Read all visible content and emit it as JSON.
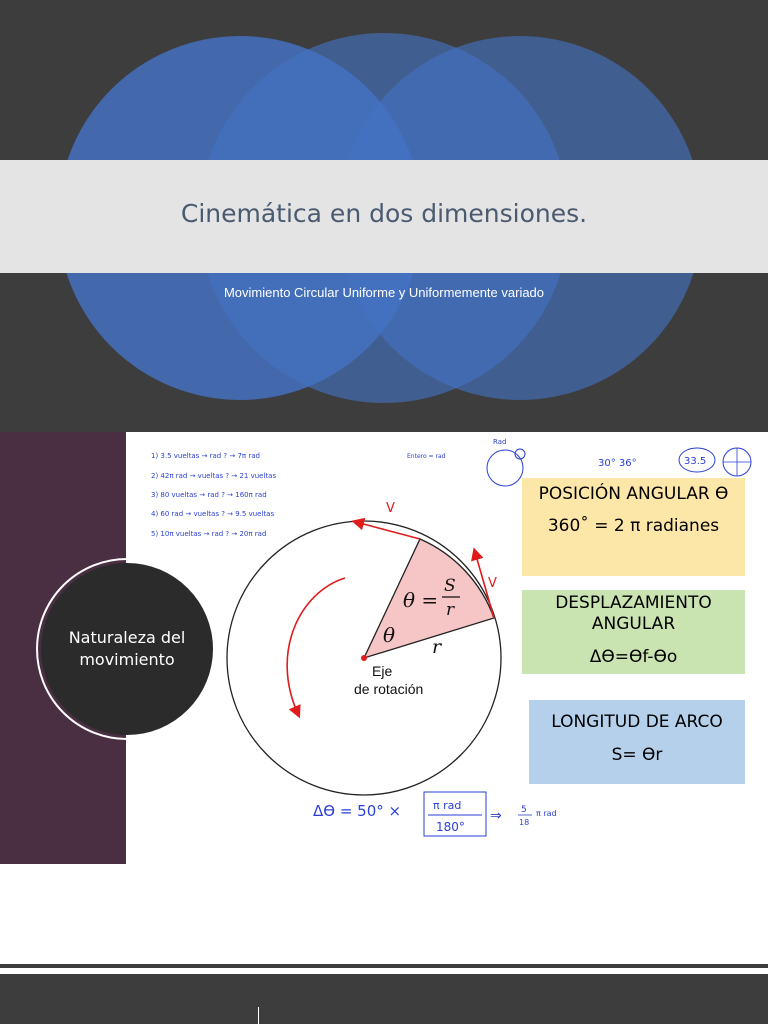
{
  "slide1": {
    "title": "Cinemática en dos dimensiones.",
    "subtitle": "Movimiento Circular Uniforme y Uniformemente variado",
    "colors": {
      "background": "#3d3d3d",
      "band": "#e4e4e4",
      "circles": "#4472c4"
    }
  },
  "slide2": {
    "section_label": "Naturaleza del movimiento",
    "sidebar_color": "#4a2e42",
    "diagram": {
      "theta_symbol": "θ",
      "formula_lhs": "θ =",
      "formula_num": "S",
      "formula_den": "r",
      "radius_label": "r",
      "velocity_label": "V",
      "axis_label_line1": "Eje",
      "axis_label_line2": "de rotación"
    },
    "boxes": {
      "angular_position": {
        "title": "POSICIÓN ANGULAR Ɵ",
        "formula": "360˚ = 2 π radianes",
        "color": "#fde7a8"
      },
      "angular_displacement": {
        "title": "DESPLAZAMIENTO ANGULAR",
        "formula": "ΔƟ=Ɵf-Ɵo",
        "color": "#c9e3b1"
      },
      "arc_length": {
        "title": "LONGITUD DE ARCO",
        "formula": "S= Ɵr",
        "color": "#b5d0ea"
      }
    },
    "handwritten_list": [
      "1)  3.5 vueltas → rad ? → 7π rad",
      "2)  42π rad → vueltas ? → 21 vueltas",
      "3)  80 vueltas → rad ? → 160π rad",
      "4)  60 rad → vueltas ? → 9.5 vueltas",
      "5)  10π vueltas → rad ? → 20π rad"
    ],
    "handwritten_equation": {
      "lhs": "ΔƟ = 50° ×",
      "frac_num": "π rad",
      "frac_den": "180°",
      "result_num": "5",
      "result_den": "18",
      "result_unit": "π rad"
    },
    "handwritten_notes": {
      "note_center": "Entero = rad",
      "note_rad": "Rad",
      "note_angles": "30° 36°",
      "note_value": "33.5"
    }
  }
}
